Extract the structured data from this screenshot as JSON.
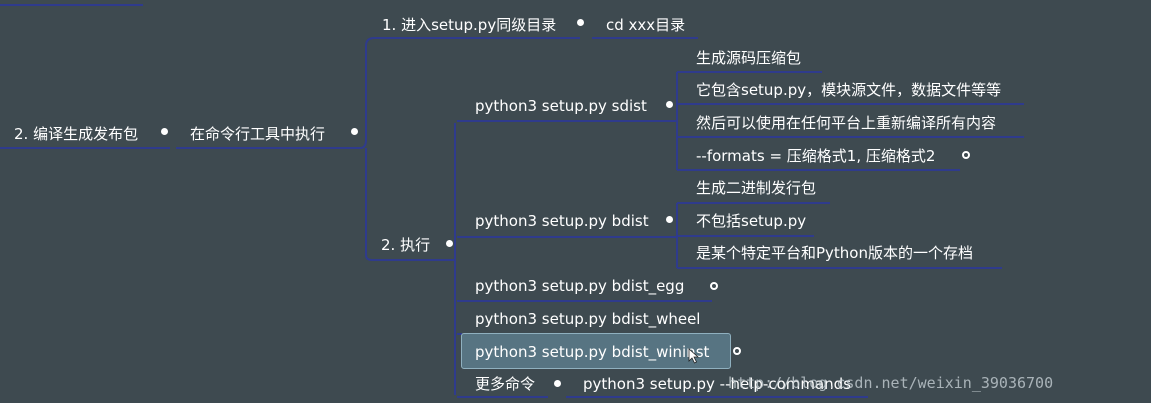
{
  "colors": {
    "background": "#3e4a50",
    "line": "#2f3b8c",
    "selection": "#577482",
    "text": "#ffffff"
  },
  "map": {
    "section": "2. 编译生成发布包",
    "exec_in": "在命令行工具中执行",
    "step1": {
      "label": "1. 进入setup.py同级目录",
      "child": "cd xxx目录"
    },
    "step2": {
      "label": "2. 执行"
    },
    "sdist": {
      "label": "python3 setup.py sdist",
      "notes": [
        "生成源码压缩包",
        "它包含setup.py，模块源文件，数据文件等等",
        "然后可以使用在任何平台上重新编译所有内容",
        "--formats = 压缩格式1, 压缩格式2"
      ]
    },
    "bdist": {
      "label": "python3 setup.py bdist",
      "notes": [
        "生成二进制发行包",
        "不包括setup.py",
        "是某个特定平台和Python版本的一个存档"
      ]
    },
    "bdist_egg": "python3 setup.py bdist_egg",
    "bdist_wheel": "python3 setup.py bdist_wheel",
    "bdist_wininst": "python3 setup.py bdist_wininst",
    "more": {
      "label": "更多命令",
      "child": "python3 setup.py --help-commands"
    }
  },
  "watermark": "http://blog.csdn.net/weixin_39036700"
}
